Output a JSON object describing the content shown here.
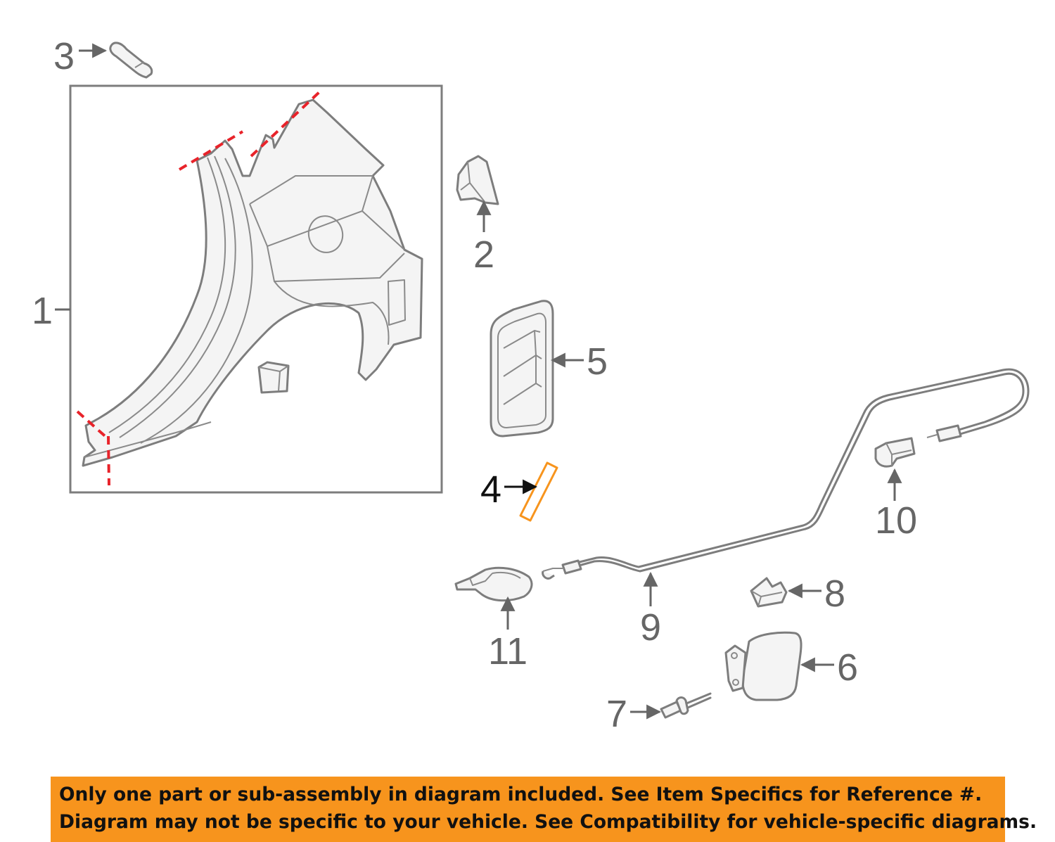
{
  "callouts": {
    "c1": "1",
    "c2": "2",
    "c3": "3",
    "c4": "4",
    "c5": "5",
    "c6": "6",
    "c7": "7",
    "c8": "8",
    "c9": "9",
    "c10": "10",
    "c11": "11"
  },
  "highlighted_part": "4",
  "colors": {
    "highlight": "#f7941d",
    "cut_line": "#e8232a",
    "part_line": "#7d7d7d",
    "banner_bg": "#f7941d"
  },
  "banner": {
    "line1": "Only one part or sub-assembly in diagram included. See Item Specifics for Reference #.",
    "line2": "Diagram may not be specific to your vehicle. See Compatibility for vehicle-specific diagrams."
  }
}
